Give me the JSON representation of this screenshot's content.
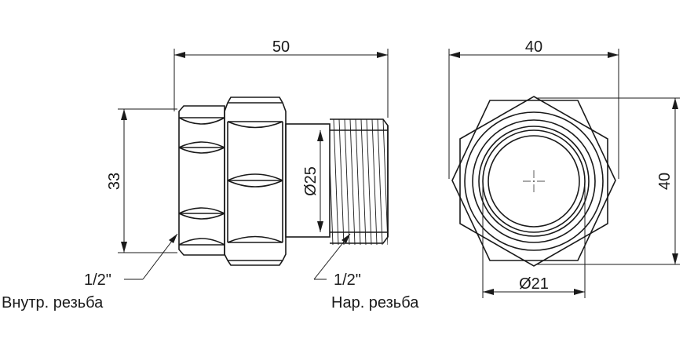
{
  "side_view": {
    "length_dim": "50",
    "height_dim": "33",
    "thread_diameter_dim": "Ø25",
    "inner_thread": {
      "size": "1/2\"",
      "label": "Внутр. резьба"
    },
    "outer_thread": {
      "size": "1/2\"",
      "label": "Нар. резьба"
    }
  },
  "front_view": {
    "width_dim": "40",
    "height_dim": "40",
    "bore_diameter_dim": "Ø21"
  }
}
